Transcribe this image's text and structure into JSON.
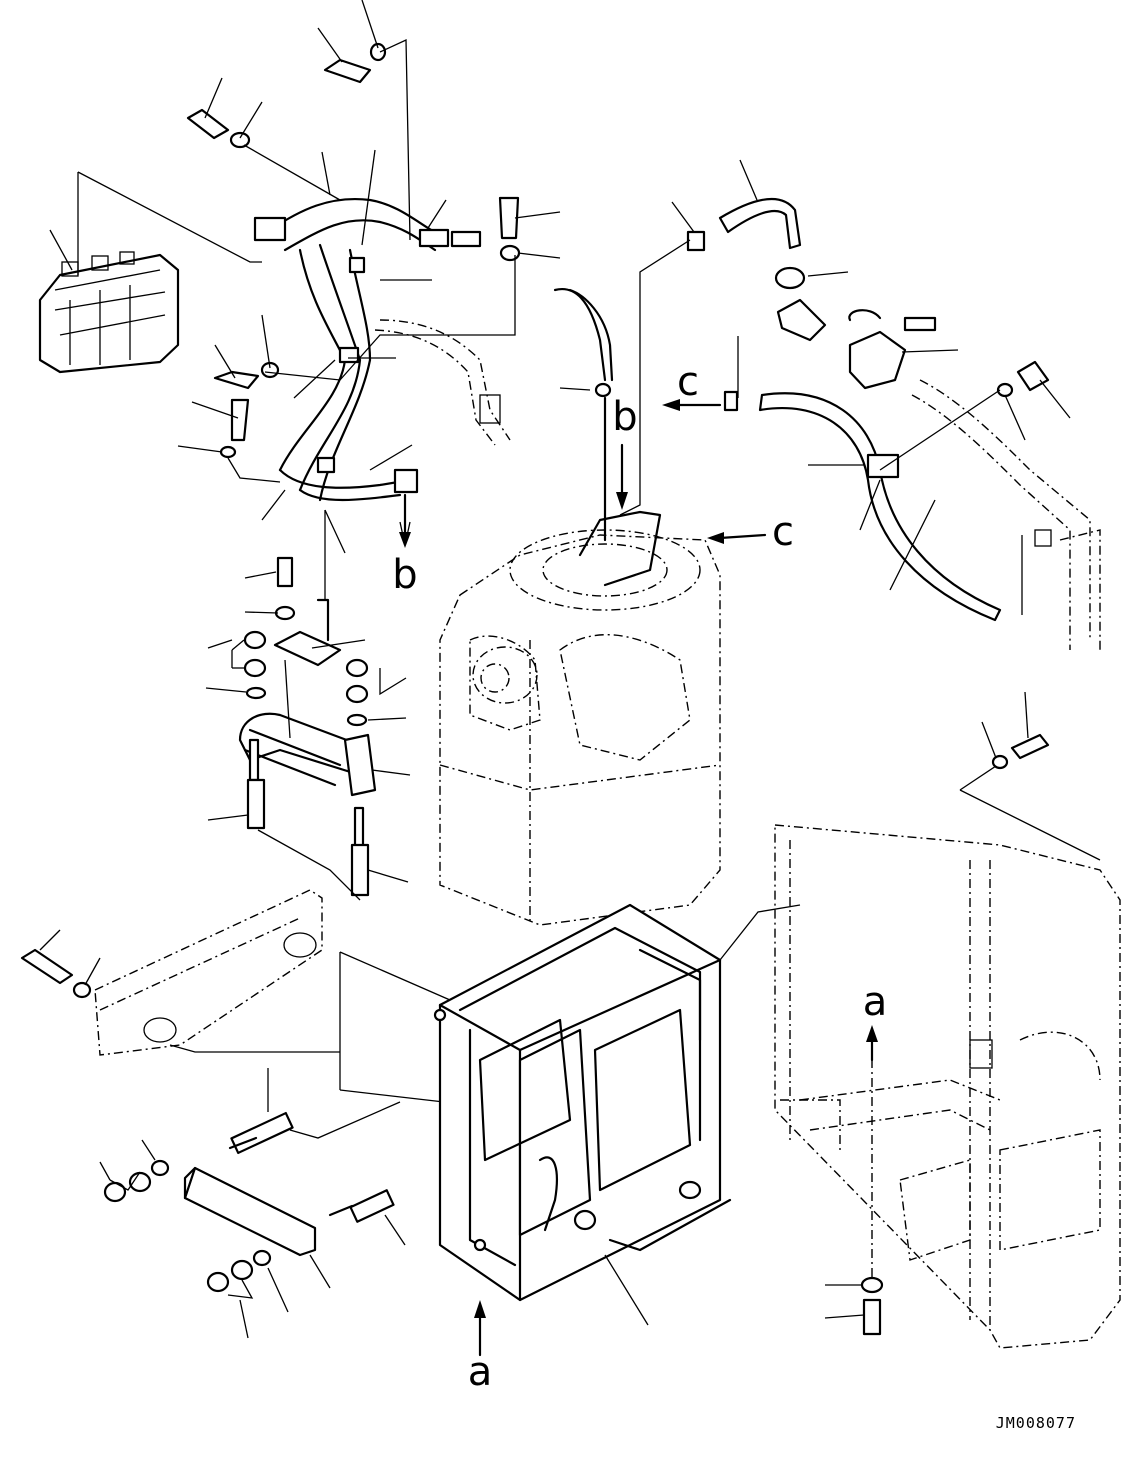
{
  "callouts": {
    "a_bottom": "a",
    "a_right": "a",
    "b_left": "b",
    "b_center": "b",
    "c_upper": "c",
    "c_right": "c"
  },
  "drawing_number": "JM008077"
}
